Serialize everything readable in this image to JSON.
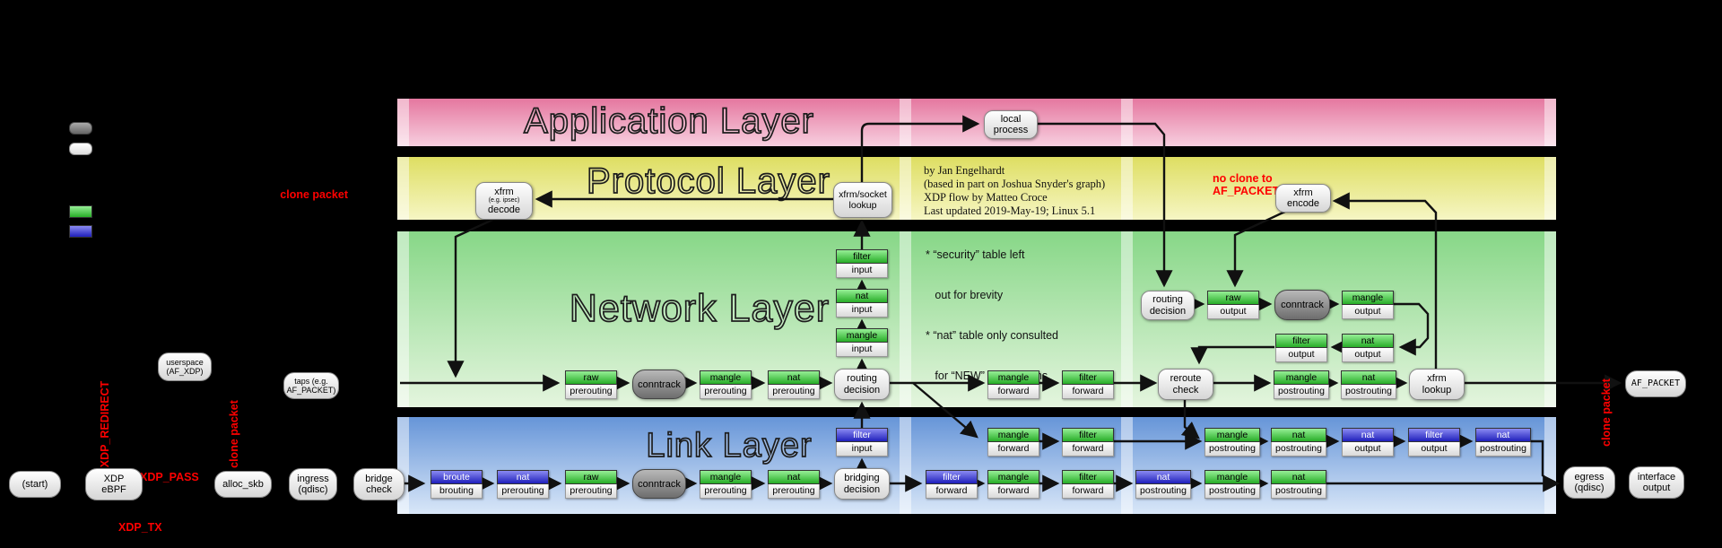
{
  "diagram": {
    "layers": {
      "application": {
        "title": "Application Layer"
      },
      "protocol": {
        "title": "Protocol Layer"
      },
      "network": {
        "title": "Network Layer"
      },
      "link": {
        "title": "Link Layer"
      }
    },
    "credits": {
      "lines": [
        "by Jan Engelhardt",
        "(based in part on Joshua Snyder's graph)",
        "XDP flow by Matteo Croce",
        "Last updated 2019-May-19; Linux 5.1"
      ]
    },
    "notes": {
      "lines": [
        "* “security” table left",
        "   out for brevity",
        "* “nat” table only consulted",
        "   for “NEW” connections"
      ]
    },
    "red_labels": {
      "clone_packet_xfrm": "clone packet",
      "no_clone_1": "no clone to",
      "no_clone_2": "AF_PACKET",
      "xdp_redirect": "XDP_REDIRECT",
      "xdp_pass": "XDP_PASS",
      "xdp_tx": "XDP_TX",
      "clone_packet_skb": "clone packet",
      "clone_packet_egress": "clone packet"
    },
    "capsules": {
      "start": {
        "l1": "(start)"
      },
      "xdp_ebpf": {
        "l1": "XDP",
        "l2": "eBPF"
      },
      "userspace_afxdp": {
        "l1": "userspace",
        "l2": "(AF_XDP)"
      },
      "alloc_skb": {
        "l1": "alloc_skb"
      },
      "taps": {
        "l1": "taps (e.g.",
        "l2": "AF_PACKET)"
      },
      "ingress_qdisc": {
        "l1": "ingress",
        "l2": "(qdisc)"
      },
      "bridge_check": {
        "l1": "bridge",
        "l2": "check"
      },
      "local_process": {
        "l1": "local",
        "l2": "process"
      },
      "xfrm_decode": {
        "l1": "xfrm",
        "l2": "(e.g. ipsec)",
        "l3": "decode"
      },
      "xfrm_socket_lookup": {
        "l1": "xfrm/socket",
        "l2": "lookup"
      },
      "xfrm_encode": {
        "l1": "xfrm",
        "l2": "encode"
      },
      "net_routing_decision": {
        "l1": "routing",
        "l2": "decision"
      },
      "net_out_routing_decision": {
        "l1": "routing",
        "l2": "decision"
      },
      "reroute_check": {
        "l1": "reroute",
        "l2": "check"
      },
      "xfrm_lookup": {
        "l1": "xfrm",
        "l2": "lookup"
      },
      "bridging_decision": {
        "l1": "bridging",
        "l2": "decision"
      },
      "af_packet": {
        "l1": "AF_PACKET"
      },
      "egress_qdisc": {
        "l1": "egress",
        "l2": "(qdisc)"
      },
      "interface_output": {
        "l1": "interface",
        "l2": "output"
      },
      "conntrack": {
        "l1": "conntrack"
      }
    },
    "chains": {
      "net_input_filter": {
        "t": "filter",
        "c": "input"
      },
      "net_input_nat": {
        "t": "nat",
        "c": "input"
      },
      "net_input_mangle": {
        "t": "mangle",
        "c": "input"
      },
      "net_pre_raw": {
        "t": "raw",
        "c": "prerouting"
      },
      "net_pre_mangle": {
        "t": "mangle",
        "c": "prerouting"
      },
      "net_pre_nat": {
        "t": "nat",
        "c": "prerouting"
      },
      "net_fwd_mangle": {
        "t": "mangle",
        "c": "forward"
      },
      "net_fwd_filter": {
        "t": "filter",
        "c": "forward"
      },
      "net_out_raw": {
        "t": "raw",
        "c": "output"
      },
      "net_out_mangle": {
        "t": "mangle",
        "c": "output"
      },
      "net_out_filter": {
        "t": "filter",
        "c": "output"
      },
      "net_out_nat": {
        "t": "nat",
        "c": "output"
      },
      "net_post_mangle": {
        "t": "mangle",
        "c": "postrouting"
      },
      "net_post_nat": {
        "t": "nat",
        "c": "postrouting"
      },
      "link_in_filter": {
        "t": "filter",
        "c": "input"
      },
      "link_up_fwd_mangle": {
        "t": "mangle",
        "c": "forward"
      },
      "link_up_fwd_filter": {
        "t": "filter",
        "c": "forward"
      },
      "link_up_post_mangle": {
        "t": "mangle",
        "c": "postrouting"
      },
      "link_up_post_nat": {
        "t": "nat",
        "c": "postrouting"
      },
      "link_up_out_nat": {
        "t": "nat",
        "c": "output"
      },
      "link_up_out_filter": {
        "t": "filter",
        "c": "output"
      },
      "link_up_post_nat_b": {
        "t": "nat",
        "c": "postrouting"
      },
      "link_broute": {
        "t": "broute",
        "c": "brouting"
      },
      "link_pre_nat_b": {
        "t": "nat",
        "c": "prerouting"
      },
      "link_pre_raw": {
        "t": "raw",
        "c": "prerouting"
      },
      "link_pre_mangle": {
        "t": "mangle",
        "c": "prerouting"
      },
      "link_pre_nat_g": {
        "t": "nat",
        "c": "prerouting"
      },
      "link_fwd_filter_b": {
        "t": "filter",
        "c": "forward"
      },
      "link_fwd_mangle": {
        "t": "mangle",
        "c": "forward"
      },
      "link_fwd_filter_g": {
        "t": "filter",
        "c": "forward"
      },
      "link_post_nat_b": {
        "t": "nat",
        "c": "postrouting"
      },
      "link_post_mangle": {
        "t": "mangle",
        "c": "postrouting"
      },
      "link_post_nat_g": {
        "t": "nat",
        "c": "postrouting"
      }
    },
    "colors": {
      "iptables_green": "#2eb82e",
      "ebtables_blue": "#2424bd",
      "conntrack_gray": "#8c8c8c",
      "red_label": "#ff0000",
      "band_application": "#e5779f",
      "band_protocol": "#dede62",
      "band_network": "#87d787",
      "band_link": "#6695d8"
    }
  }
}
